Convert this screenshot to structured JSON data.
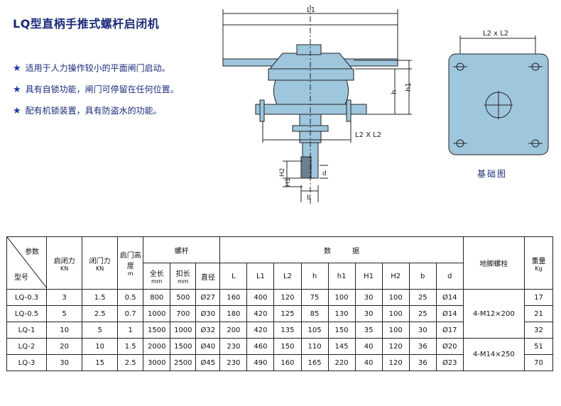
{
  "title": "LQ型直柄手推式螺杆启闭机",
  "features": [
    "适用于人力操作较小的平面闸门启动。",
    "具有自锁功能，闸门可停留在任何位置。",
    "配有机锁装置，具有防盗水的功能。"
  ],
  "drawing_labels": {
    "L1": "L1",
    "h": "h",
    "h1": "h1",
    "L2xL2": "L2 X L2",
    "H2": "H2",
    "H1": "H1",
    "d": "d",
    "b": "b",
    "base_L2": "L2 x L2"
  },
  "base_caption": "基础图",
  "table": {
    "corner_param": "参数",
    "corner_model": "型号",
    "headers": {
      "open_force": "启闭力",
      "open_force_unit": "KN",
      "close_force": "闭门力",
      "close_force_unit": "KN",
      "gate_height": "启门高度",
      "gate_height_unit": "m",
      "screw": "螺杆",
      "data": "数　　　据",
      "anchor": "地脚螺栓",
      "weight": "重量",
      "weight_unit": "Kg",
      "full_length": "全长",
      "full_length_unit": "mm",
      "thread_length": "扣长",
      "thread_length_unit": "mm",
      "diameter": "直径",
      "L": "L",
      "L1": "L1",
      "L2": "L2",
      "h": "h",
      "h1": "h1",
      "H1": "H1",
      "H2": "H2",
      "b": "b",
      "d": "d"
    },
    "rows": [
      {
        "model": "LQ-0.3",
        "open": "3",
        "close": "1.5",
        "height": "0.5",
        "full": "800",
        "thread": "500",
        "dia": "Ø27",
        "L": "160",
        "L1": "400",
        "L2": "120",
        "h": "75",
        "h1": "100",
        "H1": "30",
        "H2": "100",
        "b": "25",
        "d": "Ø14",
        "weight": "17"
      },
      {
        "model": "LQ-0.5",
        "open": "5",
        "close": "2.5",
        "height": "0.7",
        "full": "1000",
        "thread": "700",
        "dia": "Ø30",
        "L": "180",
        "L1": "420",
        "L2": "125",
        "h": "85",
        "h1": "130",
        "H1": "30",
        "H2": "100",
        "b": "25",
        "d": "Ø14",
        "weight": "21"
      },
      {
        "model": "LQ-1",
        "open": "10",
        "close": "5",
        "height": "1",
        "full": "1500",
        "thread": "1000",
        "dia": "Ø32",
        "L": "200",
        "L1": "420",
        "L2": "135",
        "h": "105",
        "h1": "150",
        "H1": "35",
        "H2": "100",
        "b": "30",
        "d": "Ø17",
        "weight": "32"
      },
      {
        "model": "LQ-2",
        "open": "20",
        "close": "10",
        "height": "1.5",
        "full": "2000",
        "thread": "1500",
        "dia": "Ø40",
        "L": "230",
        "L1": "460",
        "L2": "150",
        "h": "110",
        "h1": "145",
        "H1": "40",
        "H2": "120",
        "b": "36",
        "d": "Ø20",
        "weight": "51"
      },
      {
        "model": "LQ-3",
        "open": "30",
        "close": "15",
        "height": "2.5",
        "full": "3000",
        "thread": "2500",
        "dia": "Ø45",
        "L": "230",
        "L1": "490",
        "L2": "160",
        "h": "165",
        "h1": "220",
        "H1": "40",
        "H2": "120",
        "b": "36",
        "d": "Ø23",
        "weight": "70"
      }
    ],
    "anchor_groups": [
      "4-M12×200",
      "4-M14×250"
    ]
  }
}
